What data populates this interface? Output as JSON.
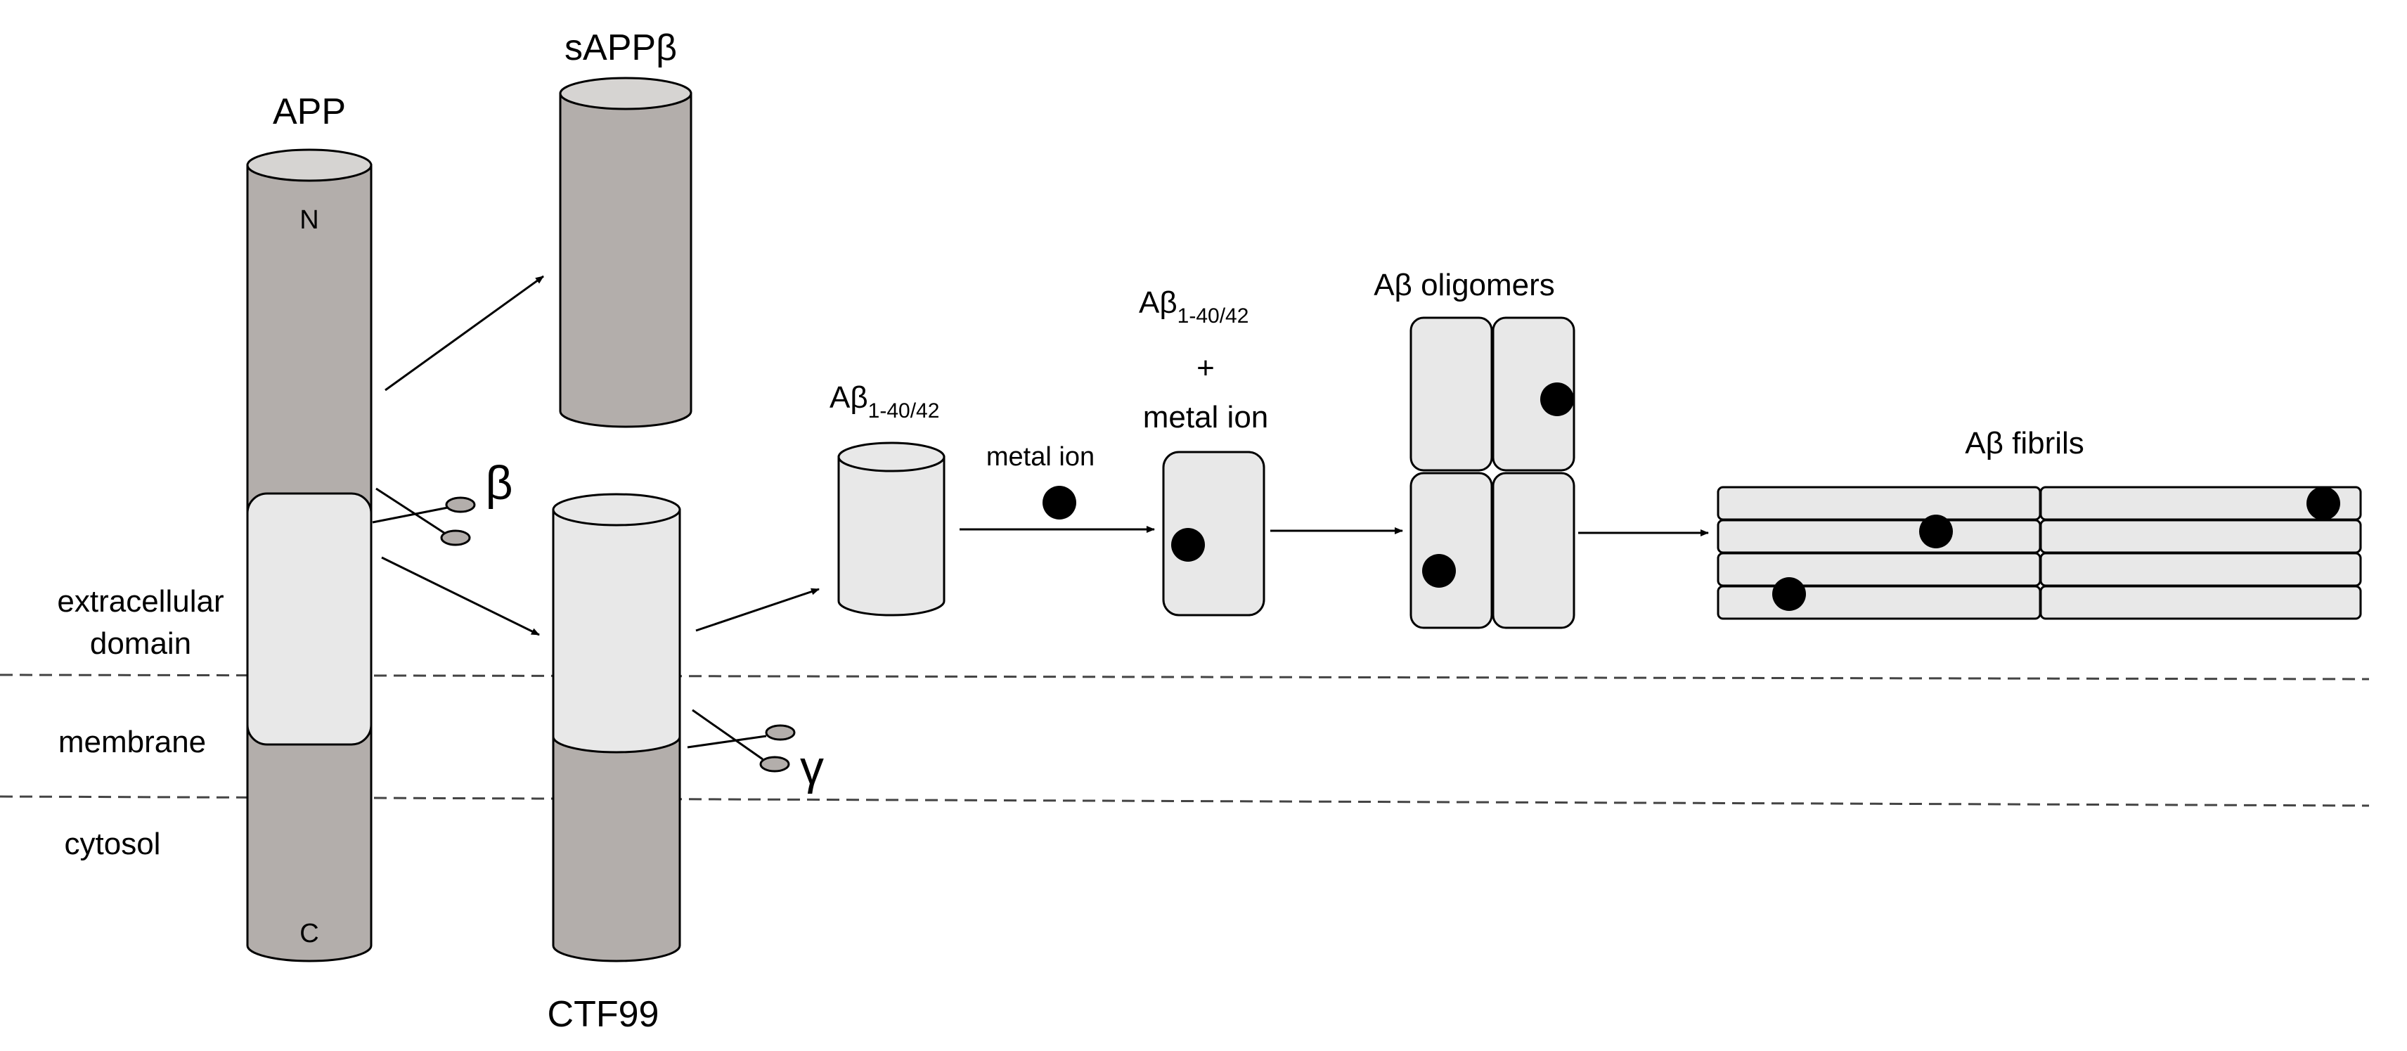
{
  "colors": {
    "dark_gray": "#b3aeab",
    "light_gray": "#e8e8e8",
    "top_gray": "#d6d4d2",
    "line": "#000000",
    "dashed": "#444444",
    "ion": "#000000",
    "secretase": "#b3aeab"
  },
  "labels": {
    "app": "APP",
    "app_n": "N",
    "app_c": "C",
    "sapp_beta": "sAPPβ",
    "ctf99": "CTF99",
    "beta": "β",
    "gamma": "γ",
    "extracellular_line1": "extracellular",
    "extracellular_line2": "domain",
    "membrane": "membrane",
    "cytosol": "cytosol",
    "abeta_main": "Aβ",
    "abeta_sub": "1-40/42",
    "metal_ion_arrow": "metal ion",
    "plus": "+",
    "metal_ion": "metal ion",
    "oligomers": "Aβ oligomers",
    "fibrils": "Aβ fibrils"
  }
}
